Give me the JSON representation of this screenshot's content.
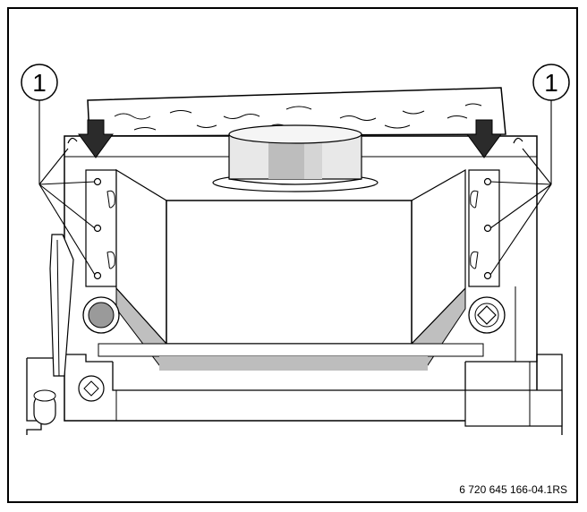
{
  "figure": {
    "callouts": [
      {
        "label": "1",
        "side": "left"
      },
      {
        "label": "1",
        "side": "right"
      }
    ],
    "figure_code": "6 720 645 166-04.1RS",
    "colors": {
      "line": "#000000",
      "shade_light": "#dcdcdc",
      "shade_mid": "#bfbfbf",
      "shade_dark": "#9a9a9a",
      "arrow": "#2b2b2b",
      "background": "#ffffff"
    },
    "icons": [
      "arrow-down-icon",
      "callout-circle-icon"
    ]
  }
}
